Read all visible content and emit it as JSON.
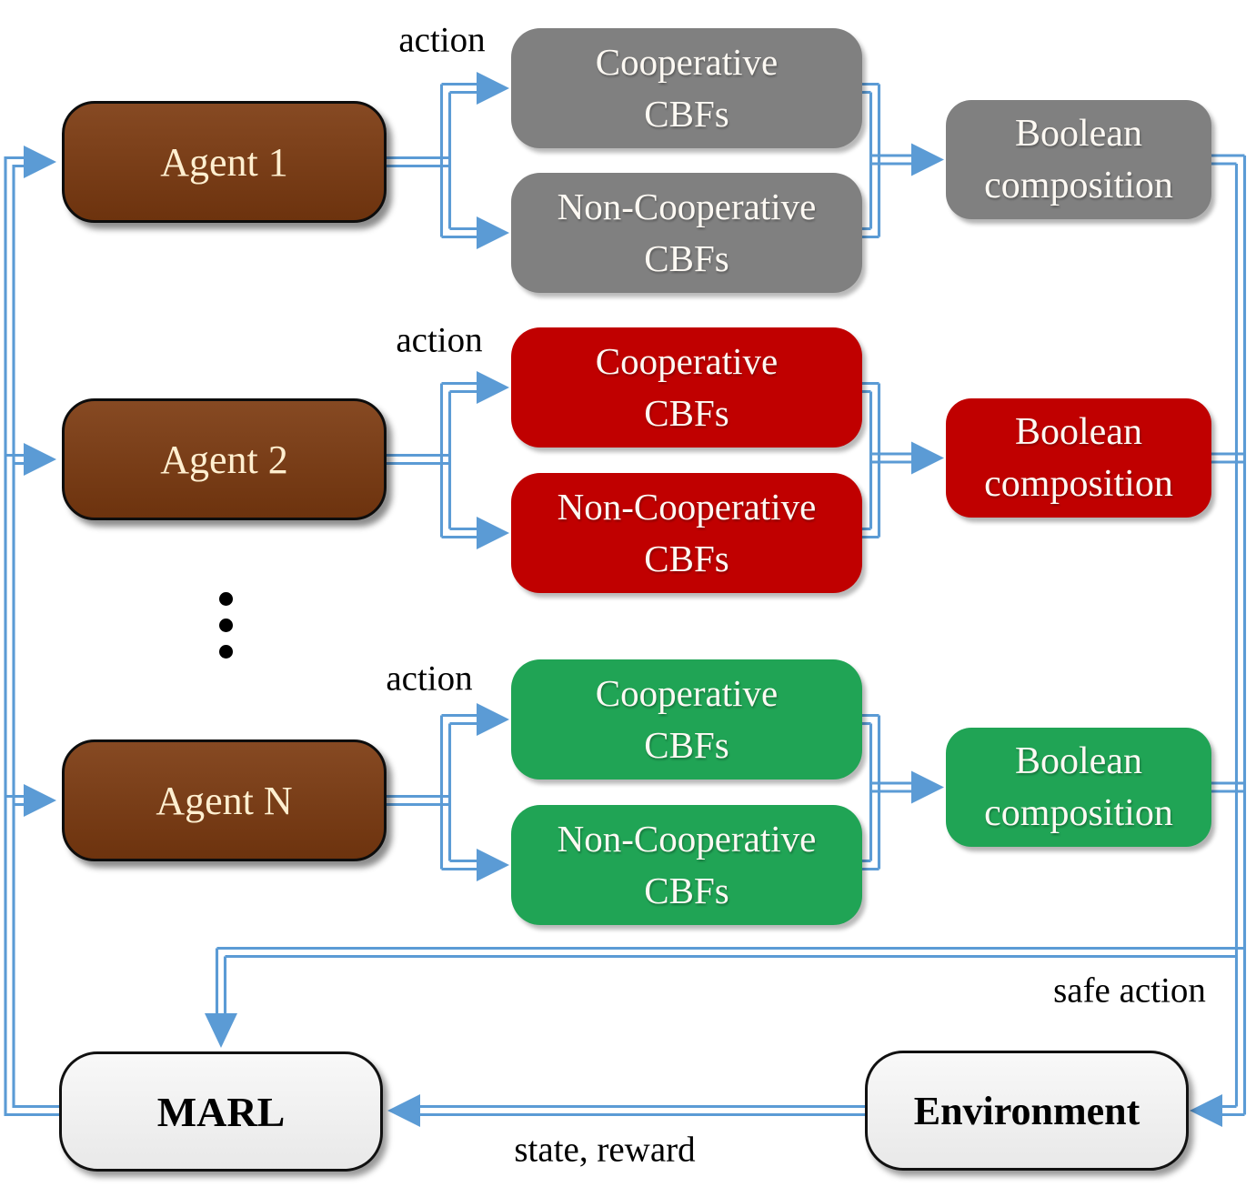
{
  "colors": {
    "connector": "#5B9BD5",
    "agent_fill": "#7C3A10",
    "agent_text": "#FFEFD0",
    "gray": "#808080",
    "red": "#C00000",
    "green": "#20A455",
    "box_text": "#FDF9F3",
    "panel_fill": "#F2F2F2",
    "label_text": "#000000"
  },
  "rows": [
    {
      "agent_label": "Agent 1",
      "action_label": "action",
      "cooperative_label": "Cooperative\nCBFs",
      "non_cooperative_label": "Non-Cooperative\nCBFs",
      "boolean_label": "Boolean\ncomposition",
      "color": "#808080"
    },
    {
      "agent_label": "Agent 2",
      "action_label": "action",
      "cooperative_label": "Cooperative\nCBFs",
      "non_cooperative_label": "Non-Cooperative\nCBFs",
      "boolean_label": "Boolean\ncomposition",
      "color": "#C00000"
    },
    {
      "agent_label": "Agent N",
      "action_label": "action",
      "cooperative_label": "Cooperative\nCBFs",
      "non_cooperative_label": "Non-Cooperative\nCBFs",
      "boolean_label": "Boolean\ncomposition",
      "color": "#20A455"
    }
  ],
  "bottom": {
    "marl_label": "MARL",
    "environment_label": "Environment",
    "safe_action_label": "safe action",
    "state_reward_label": "state, reward"
  }
}
